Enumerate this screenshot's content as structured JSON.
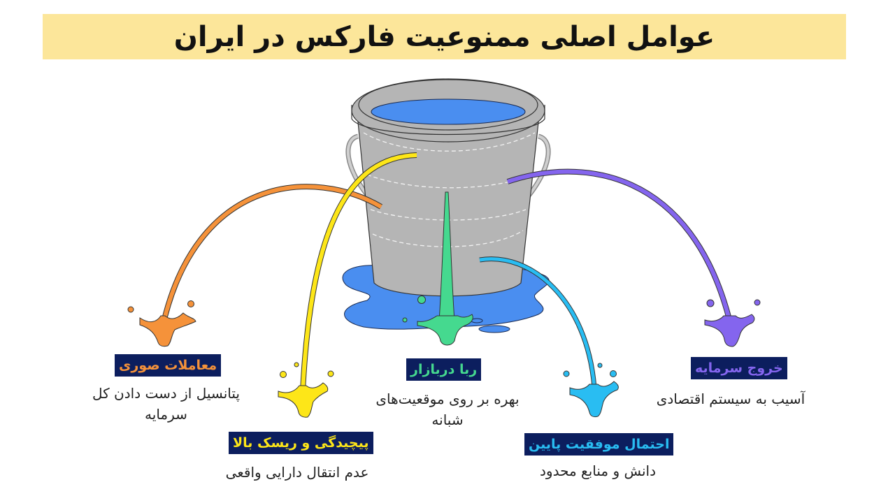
{
  "title": "عوامل اصلی ممنوعیت فارکس در ایران",
  "colors": {
    "title_bg": "#fce69a",
    "tag_bg": "#0c1e5e",
    "bucket": "#b5b5b5",
    "water": "#4a8ef0"
  },
  "factors": [
    {
      "id": "fake-trades",
      "title": "معاملات صوری",
      "description_line1": "پتانسیل از دست دادن کل",
      "description_line2": "سرمایه",
      "color": "#f5923a"
    },
    {
      "id": "complexity-risk",
      "title": "پیچیدگی و ریسک بالا",
      "description_line1": "عدم انتقال دارایی واقعی",
      "description_line2": "",
      "color": "#fde618"
    },
    {
      "id": "usury",
      "title": "ربا  دربازار",
      "description_line1": "بهره بر روی موقعیت‌های",
      "description_line2": "شبانه",
      "color": "#45d98f"
    },
    {
      "id": "low-success",
      "title": "احتمال موفقیت پایین",
      "description_line1": "دانش و منابع محدود",
      "description_line2": "",
      "color": "#29bdf2"
    },
    {
      "id": "capital-flight",
      "title": "خروج سرمایه",
      "description_line1": "آسیب به سیستم اقتصادی",
      "description_line2": "",
      "color": "#8465ee"
    }
  ]
}
